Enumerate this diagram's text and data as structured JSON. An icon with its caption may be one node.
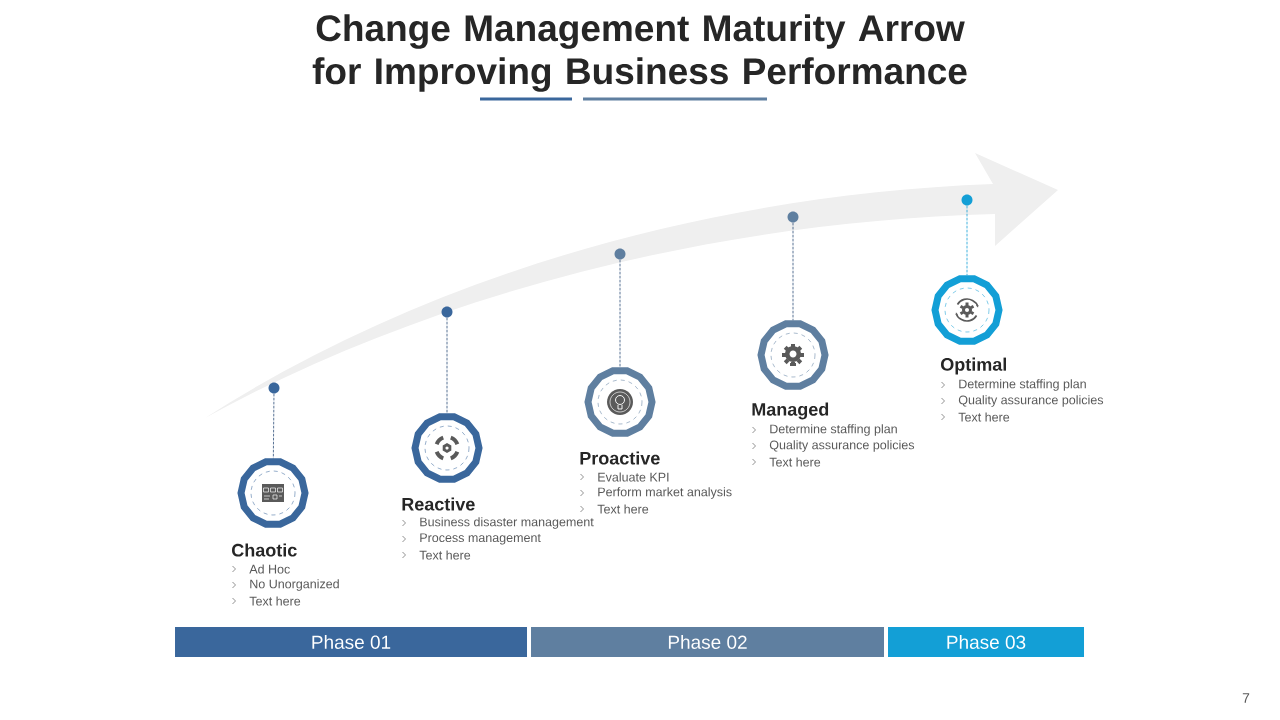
{
  "diagram": {
    "title": "Change Management Maturity Arrow for Improving Business Performance",
    "nodes": [
      {
        "text": [],
        "shape": "circle"
      },
      {
        "text": [],
        "shape": "circle"
      },
      {
        "text": [],
        "shape": "circle"
      },
      {
        "text": [],
        "shape": "circle"
      },
      {
        "text": [],
        "shape": "circle"
      },
      {
        "text": [],
        "shape": "circle",
        "beside": [
          "Chaotic",
          "Ad Hoc",
          "No Unorganized",
          "Text here"
        ]
      },
      {
        "text": [],
        "shape": "circle",
        "beside": [
          "Reactive",
          "Business disaster management",
          "Process management",
          "Text here"
        ]
      },
      {
        "text": [],
        "shape": "circle",
        "beside": [
          "Proactive",
          "Evaluate KPI",
          "Perform market analysis",
          "Text here"
        ]
      },
      {
        "text": [],
        "shape": "circle",
        "beside": [
          "Managed",
          "Determine staffing plan",
          "Quality assurance policies",
          "Text here"
        ]
      },
      {
        "text": [],
        "shape": "circle",
        "beside": [
          "Optimal",
          "Determine staffing plan",
          "Quality assurance policies",
          "Text here"
        ]
      },
      {
        "text": [
          "Phase 01"
        ]
      },
      {
        "text": [
          "Phase 02"
        ]
      },
      {
        "text": [
          "Phase 03"
        ]
      }
    ],
    "edges": [
      {
        "from": 0,
        "to": 5,
        "arrow": "none",
        "style": "dashed"
      },
      {
        "from": 1,
        "to": 6,
        "arrow": "none",
        "style": "dashed"
      },
      {
        "from": 2,
        "to": 7,
        "arrow": "none",
        "style": "dashed"
      },
      {
        "from": 3,
        "to": 8,
        "arrow": "none",
        "style": "dashed"
      },
      {
        "from": 4,
        "to": 9,
        "arrow": "none",
        "style": "dashed",
        "color": "#139fd6"
      }
    ],
    "labels": [
      "7"
    ]
  }
}
